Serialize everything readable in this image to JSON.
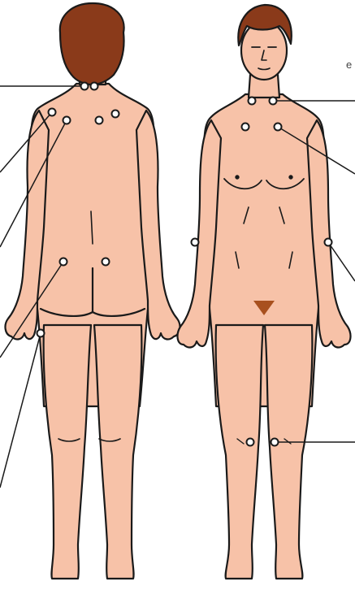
{
  "figure": {
    "edge_text": "e",
    "colors": {
      "skin": "#f7c2a8",
      "outline": "#1a1a1a",
      "hair": "#8a3a1a",
      "pubic": "#a8501e",
      "marker_fill": "#ffffff",
      "leader_line": "#1a1a1a"
    },
    "views": [
      "back-view",
      "front-view"
    ],
    "tender_point_markers": {
      "back_view": [
        "neck-left",
        "neck-right",
        "shoulder-left-outer",
        "shoulder-left-inner",
        "shoulder-right-inner",
        "shoulder-right-outer",
        "gluteal-left",
        "gluteal-right",
        "hip-left"
      ],
      "front_view": [
        "neck-left",
        "neck-right",
        "chest-left",
        "chest-right",
        "elbow-left",
        "elbow-right",
        "knee-left",
        "knee-right"
      ]
    }
  }
}
